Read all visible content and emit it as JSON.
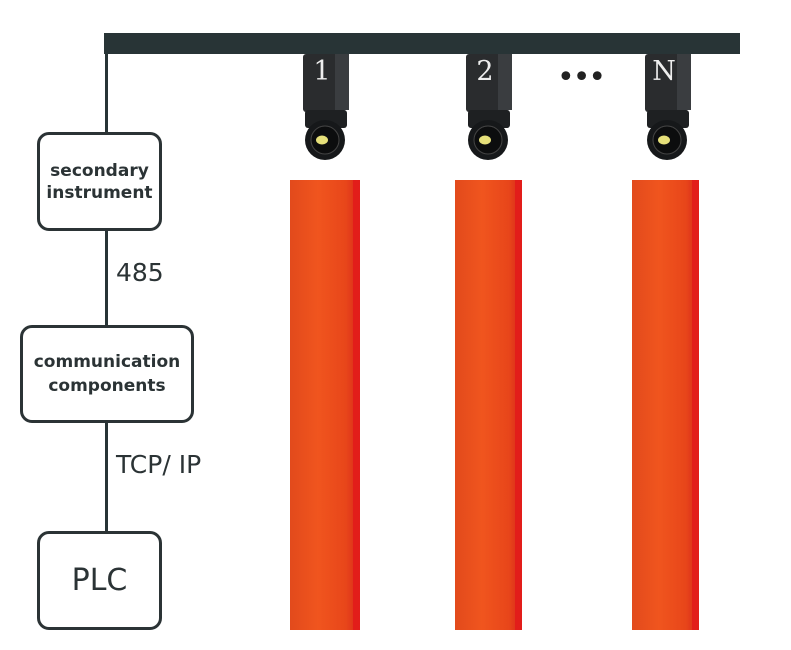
{
  "boxes": {
    "secondary_instrument": [
      "secondary",
      "instrument"
    ],
    "communication_components": [
      "communication",
      "components"
    ],
    "plc": "PLC"
  },
  "links": {
    "instrument_to_comm": "485",
    "comm_to_plc": "TCP/ IP"
  },
  "cameras": [
    {
      "label": "1"
    },
    {
      "label": "2"
    },
    {
      "label": "N"
    }
  ],
  "ellipsis": "•••",
  "colors": {
    "rail": "#283436",
    "billet": "#ea4c1c",
    "box_border": "#2b3335"
  }
}
